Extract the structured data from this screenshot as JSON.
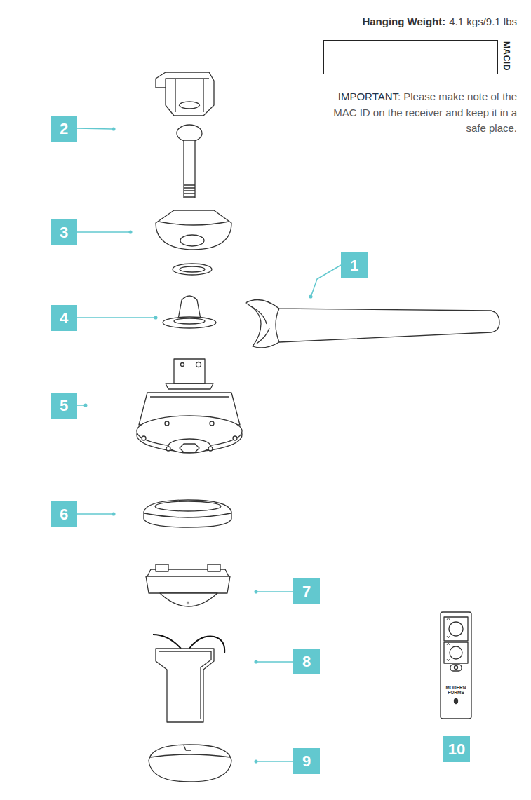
{
  "diagram": {
    "nodes": [
      {
        "text": [
          "MACID"
        ]
      },
      {
        "text": [
          "2"
        ]
      },
      {
        "text": [
          "3"
        ]
      },
      {
        "text": [
          "1"
        ]
      },
      {
        "text": [
          "4"
        ]
      },
      {
        "text": [
          "5"
        ]
      },
      {
        "text": [
          "6"
        ]
      },
      {
        "text": [
          "7"
        ]
      },
      {
        "text": [
          "8"
        ]
      },
      {
        "text": [
          "10"
        ]
      },
      {
        "text": [
          "9"
        ]
      }
    ],
    "labels": [
      "Hanging Weight:",
      "4.1 kgs/9.1 lbs",
      "IMPORTANT:",
      "Please make note of the MAC ID on the receiver and keep it in a safe place.",
      "MODERN FORMS"
    ]
  }
}
